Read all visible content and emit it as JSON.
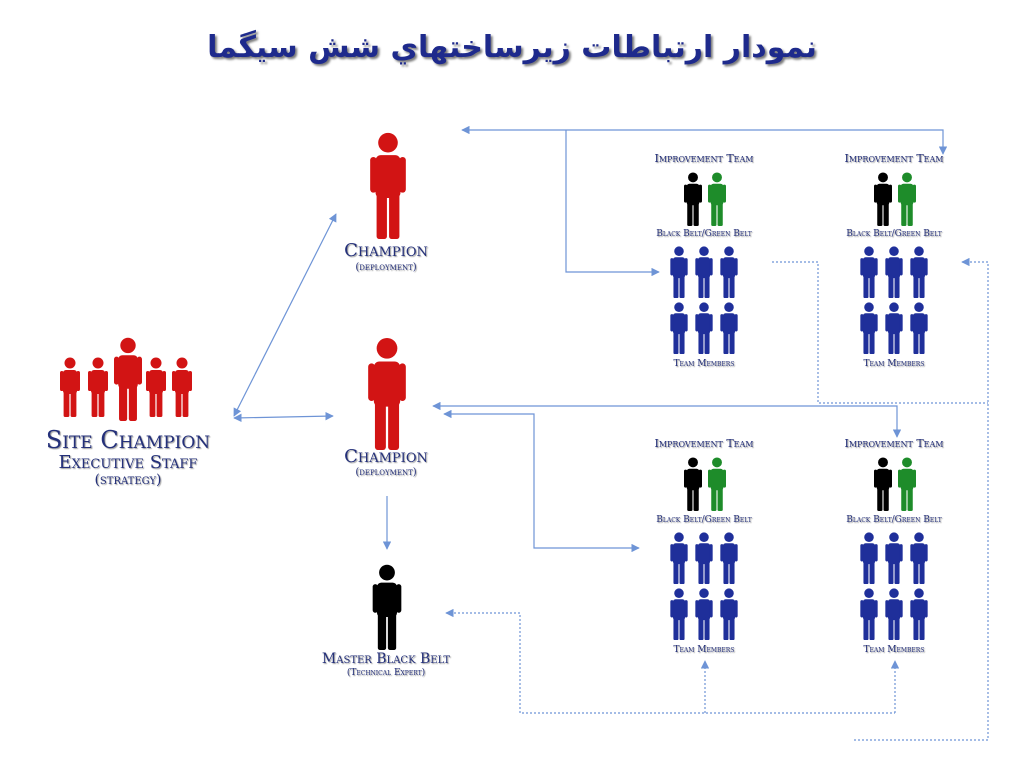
{
  "title": "نمودار ارتباطات زيرساختهاي شش سيگما",
  "site_champion": {
    "name": "Site Champion",
    "role": "Executive Staff",
    "note": "(strategy)"
  },
  "champions": [
    {
      "name": "Champion",
      "note": "(deployment)"
    },
    {
      "name": "Champion",
      "note": "(deployment)"
    }
  ],
  "master_black_belt": {
    "name": "Master Black Belt",
    "note": "(Technical Expert)"
  },
  "teams": [
    {
      "title": "Improvement Team",
      "belt_label": "Black Belt/Green Belt",
      "members_label": "Team Members"
    },
    {
      "title": "Improvement Team",
      "belt_label": "Black Belt/Green Belt",
      "members_label": "Team Members"
    },
    {
      "title": "Improvement Team",
      "belt_label": "Black Belt/Green Belt",
      "members_label": "Team Members"
    },
    {
      "title": "Improvement Team",
      "belt_label": "Black Belt/Green Belt",
      "members_label": "Team Members"
    }
  ],
  "colors": {
    "executive": "#d21414",
    "black_belt": "#000000",
    "green_belt": "#1e8c2a",
    "team_member": "#1f2f9a",
    "connector": "#6e94d6",
    "label": "#24307a"
  }
}
